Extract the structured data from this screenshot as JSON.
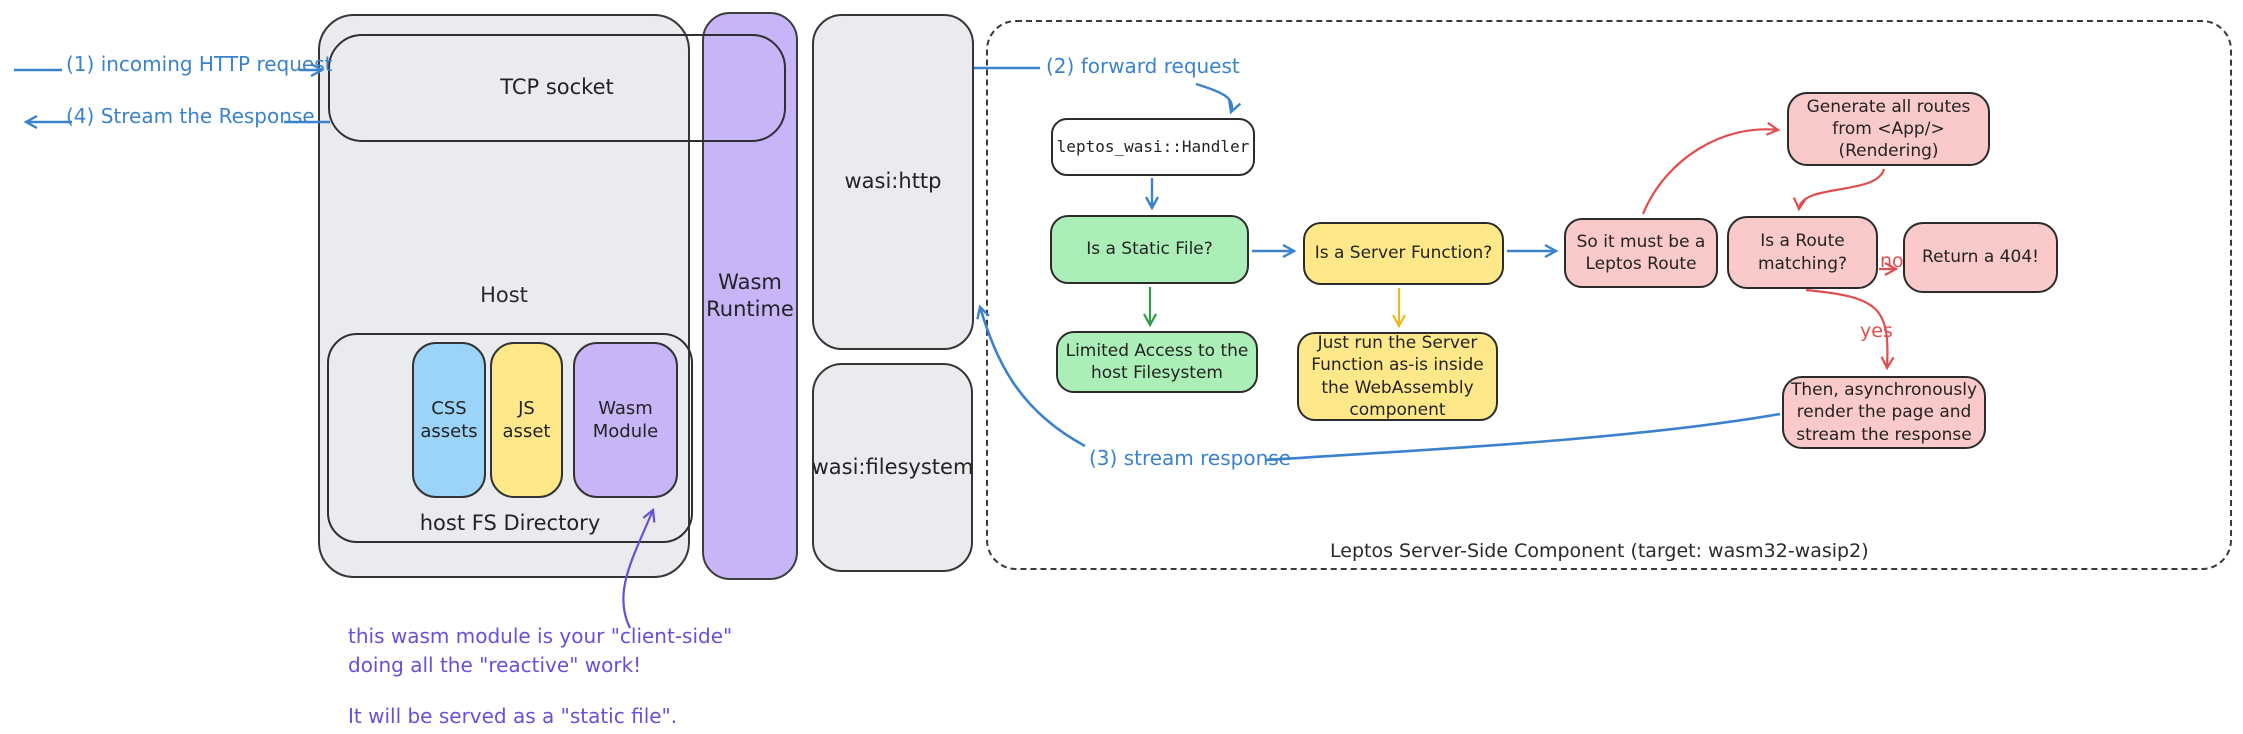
{
  "external": {
    "incoming_label": "(1) incoming HTTP request",
    "stream_label": "(4) Stream the Response"
  },
  "host": {
    "label": "Host",
    "tcp_socket_label": "TCP socket",
    "fs_directory": {
      "label": "host FS Directory",
      "assets": [
        {
          "label": "CSS assets",
          "color": "#9bd4f8"
        },
        {
          "label": "JS asset",
          "color": "#ffe88a"
        },
        {
          "label": "Wasm Module",
          "color": "#c7b5f8"
        }
      ]
    }
  },
  "wasm_runtime": {
    "label": "Wasm Runtime"
  },
  "wasi": {
    "http_label": "wasi:http",
    "filesystem_label": "wasi:filesystem"
  },
  "leptos_component": {
    "caption": "Leptos Server-Side Component (target: wasm32-wasip2)",
    "forward_label": "(2) forward request",
    "stream_label": "(3) stream response",
    "handler_label": "leptos_wasi::Handler",
    "nodes": {
      "static_file": "Is a Static File?",
      "limited_access": "Limited Access to the host Filesystem",
      "server_fn": "Is a Server Function?",
      "just_run": "Just run the Server Function as-is inside the WebAssembly component",
      "leptos_route": "So it must be a Leptos Route",
      "generate_routes": "Generate all routes from <App/> (Rendering)",
      "route_matching": "Is a Route matching?",
      "return_404": "Return a 404!",
      "render_stream": "Then, asynchronously render the page and stream the response"
    },
    "edge_labels": {
      "yes": "yes",
      "no": "no"
    }
  },
  "annotation": {
    "line1": "this wasm module is your \"client-side\"",
    "line2": "doing all the \"reactive\" work!",
    "line3": "It will be served as a \"static file\"."
  },
  "colors": {
    "box_gray": "#e9ebee",
    "runtime_purple": "#c7b5f8",
    "flow_green": "#aceeb8",
    "flow_yellow": "#ffe88a",
    "flow_pink": "#fac9c9",
    "asset_blue": "#9bd4f8",
    "arrow_blue": "#3b82cd",
    "arrow_red": "#e04f4f",
    "arrow_green": "#2f9e44",
    "arrow_yellow": "#edb81f",
    "annotation_purple": "#6a4fd8"
  }
}
